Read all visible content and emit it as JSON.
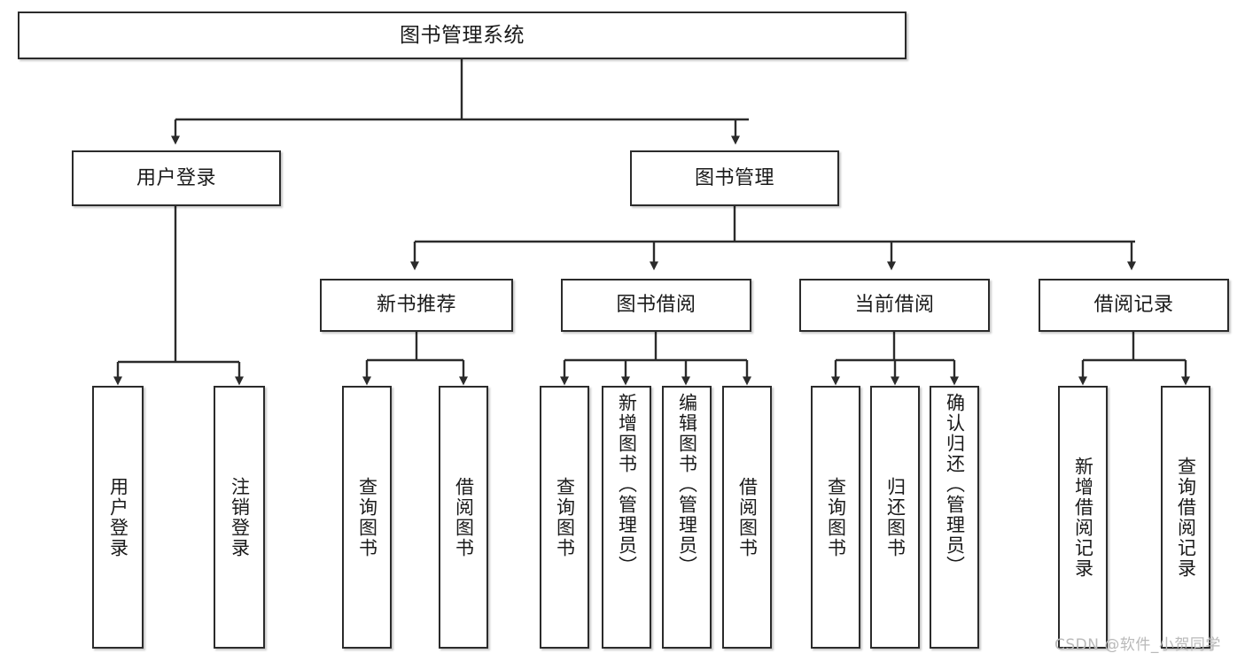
{
  "diagram": {
    "type": "tree",
    "title": "图书管理系统",
    "watermark": "CSDN @软件_小贺同学",
    "colors": {
      "box_border": "#2b2b2b",
      "box_fill": "#ffffff",
      "connector": "#2b2b2b",
      "text": "#1a1a1a",
      "watermark": "#b9b9b9"
    },
    "nodes": {
      "root": "图书管理系统",
      "level2": [
        {
          "label": "用户登录"
        },
        {
          "label": "图书管理"
        }
      ],
      "level3": [
        {
          "label": "新书推荐"
        },
        {
          "label": "图书借阅"
        },
        {
          "label": "当前借阅"
        },
        {
          "label": "借阅记录"
        }
      ],
      "leaves": {
        "user_login": [
          {
            "label": "用户登录"
          },
          {
            "label": "注销登录"
          }
        ],
        "new_book_recommend": [
          {
            "label": "查询图书"
          },
          {
            "label": "借阅图书"
          }
        ],
        "book_borrow": [
          {
            "label": "查询图书"
          },
          {
            "label": "新增图书（管理员）"
          },
          {
            "label": "编辑图书（管理员）"
          },
          {
            "label": "借阅图书"
          }
        ],
        "current_borrow": [
          {
            "label": "查询图书"
          },
          {
            "label": "归还图书"
          },
          {
            "label": "确认归还（管理员）"
          }
        ],
        "borrow_record": [
          {
            "label": "新增借阅记录"
          },
          {
            "label": "查询借阅记录"
          }
        ]
      }
    },
    "edges": [
      {
        "from": "图书管理系统",
        "to": "用户登录"
      },
      {
        "from": "图书管理系统",
        "to": "图书管理"
      },
      {
        "from": "图书管理",
        "to": "新书推荐"
      },
      {
        "from": "图书管理",
        "to": "图书借阅"
      },
      {
        "from": "图书管理",
        "to": "当前借阅"
      },
      {
        "from": "图书管理",
        "to": "借阅记录"
      },
      {
        "from": "用户登录",
        "to": "用户登录"
      },
      {
        "from": "用户登录",
        "to": "注销登录"
      },
      {
        "from": "新书推荐",
        "to": "查询图书"
      },
      {
        "from": "新书推荐",
        "to": "借阅图书"
      },
      {
        "from": "图书借阅",
        "to": "查询图书"
      },
      {
        "from": "图书借阅",
        "to": "新增图书（管理员）"
      },
      {
        "from": "图书借阅",
        "to": "编辑图书（管理员）"
      },
      {
        "from": "图书借阅",
        "to": "借阅图书"
      },
      {
        "from": "当前借阅",
        "to": "查询图书"
      },
      {
        "from": "当前借阅",
        "to": "归还图书"
      },
      {
        "from": "当前借阅",
        "to": "确认归还（管理员）"
      },
      {
        "from": "借阅记录",
        "to": "新增借阅记录"
      },
      {
        "from": "借阅记录",
        "to": "查询借阅记录"
      }
    ]
  }
}
